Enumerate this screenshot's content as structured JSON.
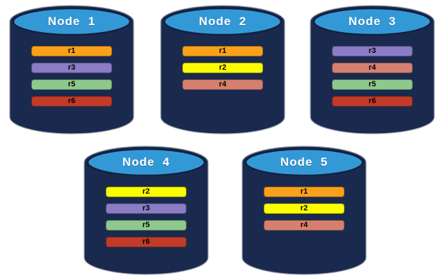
{
  "diagram": {
    "background": "#ffffff",
    "cylinder_body_color": "#1a2a4e",
    "cylinder_top_color": "#3399d6",
    "cylinder_top_stroke": "#12203f",
    "cylinder_outline": "#9aa0aa",
    "title_color": "#ffffff",
    "bar_text_color": "#000000"
  },
  "replica_colors": {
    "r1": "#f9a11b",
    "r2": "#fcfc00",
    "r3": "#8a7cc5",
    "r4": "#d5806f",
    "r5": "#8fc88c",
    "r6": "#c23b28"
  },
  "nodes": [
    {
      "label": "Node  1",
      "replicas": [
        "r1",
        "r3",
        "r5",
        "r6"
      ]
    },
    {
      "label": "Node  2",
      "replicas": [
        "r1",
        "r2",
        "r4"
      ]
    },
    {
      "label": "Node  3",
      "replicas": [
        "r3",
        "r4",
        "r5",
        "r6"
      ]
    },
    {
      "label": "Node  4",
      "replicas": [
        "r2",
        "r3",
        "r5",
        "r6"
      ]
    },
    {
      "label": "Node  5",
      "replicas": [
        "r1",
        "r2",
        "r4"
      ]
    }
  ]
}
